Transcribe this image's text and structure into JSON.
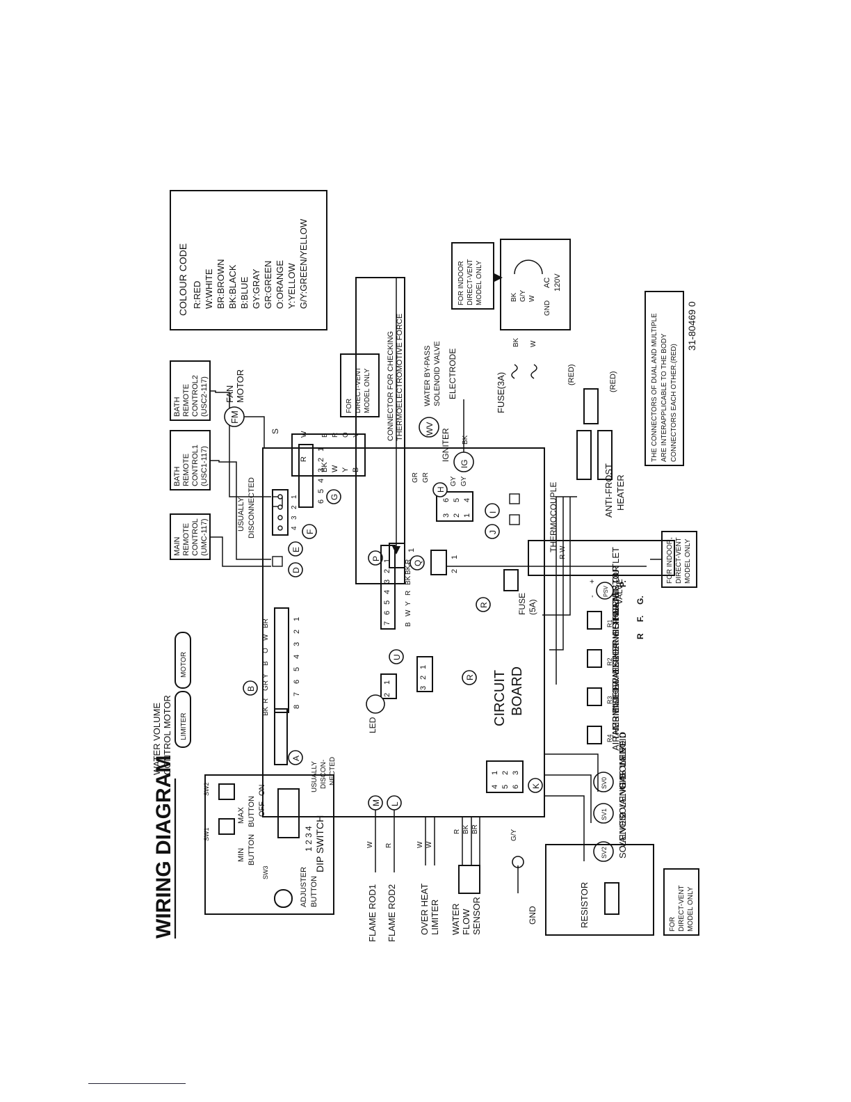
{
  "title": "WIRING DIAGRAM",
  "colour_code": {
    "heading": "COLOUR CODE",
    "items": [
      "R:RED",
      "W:WHITE",
      "BR:BROWN",
      "BK:BLACK",
      "B:BLUE",
      "GY:GRAY",
      "GR:GREEN",
      "O:ORANGE",
      "Y:YELLOW",
      "G/Y:GREEN/YELLOW"
    ]
  },
  "remotes": {
    "main": [
      "MAIN",
      "REMOTE",
      "CONTROL",
      "(UMC-117)"
    ],
    "bath1": [
      "BATH",
      "REMOTE",
      "CONTROL1",
      "(USC1-117)"
    ],
    "bath2": [
      "BATH",
      "REMOTE",
      "CONTROL2",
      "(USC2-117)"
    ]
  },
  "fan_motor": {
    "badge": "FM",
    "label": [
      "FAN",
      "MOTOR"
    ],
    "wire_tag": "S"
  },
  "fan_wires": [
    "W",
    "B",
    "R",
    "O",
    "Y"
  ],
  "fan_connector_wires": [
    "R",
    "BK",
    "W",
    "Y",
    "B"
  ],
  "notes": {
    "direct_vent_only": [
      "FOR",
      "DIRECT-VENT",
      "MODEL ONLY"
    ],
    "indoor_direct_vent": [
      "FOR INDOOR",
      "DIRECT-VENT",
      "MODEL ONLY"
    ],
    "indoor_direct_vent_2": [
      "FOR INDOOR,",
      "DIRECT-VENT",
      "MODEL ONLY"
    ],
    "direct_vent_only_2": [
      "FOR",
      "DIRECT-VENT",
      "MODEL ONLY"
    ],
    "connector_checking": [
      "CONNECTOR FOR CHECKING",
      "THERMOELECTROMOTIVE FORCE"
    ],
    "connectors_dual": [
      "THE CONNECTORS OF DUAL AND MULTIPLE",
      "ARE INTERAPPLICABLE TO THE BODY",
      "CONNECTORS EACH OTHER.(RED)"
    ],
    "part_number": "31-80469 0",
    "usually_disconnected": [
      "USUALLY",
      "DISCONNECTED"
    ],
    "usually_disconnected_a": [
      "USUALLY",
      "DISCON-",
      "NECTED"
    ]
  },
  "ac": {
    "label": [
      "AC",
      "120V"
    ],
    "wires": [
      "BK",
      "G/Y",
      "W",
      "GND"
    ]
  },
  "components": {
    "ww": {
      "badge": "WV",
      "label": [
        "WATER BY-PASS",
        "SOLENOID VALVE"
      ]
    },
    "igniter": {
      "badge": "IG",
      "label": "IGNITER"
    },
    "electrode": "ELECTRODE",
    "fuse3a": "FUSE(3A)",
    "fuse5a": [
      "FUSE",
      "(5A)"
    ],
    "anti_frost": [
      "ANTI-FROST",
      "HEATER"
    ],
    "thermocouple": "THERMOCOUPLE",
    "red_tag": "(RED)",
    "led": "LED",
    "circuit_board": [
      "CIRCUIT",
      "BOARD"
    ],
    "water_motor": [
      "WATER VOLUME",
      "CONTROL MOTOR"
    ],
    "limiter": "LIMITER",
    "motor": "MOTOR",
    "resistor": "RESISTOR",
    "gnd": "GND",
    "dip_switch": "DIP SWITCH",
    "dip_positions": "1 2 3 4",
    "on": "ON",
    "off": "OFF",
    "sw1": [
      "SW1",
      "MIN",
      "BUTTON"
    ],
    "sw2": [
      "SW2",
      "MAX",
      "BUTTON"
    ],
    "sw3": [
      "SW3",
      "ADJUSTER",
      "BUTTON"
    ]
  },
  "left_labels": {
    "flame_rod1": "FLAME ROD1",
    "flame_rod2": "FLAME ROD2",
    "over_heat": [
      "OVER HEAT",
      "LIMITER"
    ],
    "water_flow": [
      "WATER",
      "FLOW",
      "SENSOR"
    ]
  },
  "thermistors": [
    {
      "tag": "R1",
      "label": [
        "THERMISTOR",
        "HOTWATER OUTLET"
      ]
    },
    {
      "tag": "R2",
      "label": [
        "THERMISTOR",
        "EXCHANGER HEAT"
      ]
    },
    {
      "tag": "R3",
      "label": [
        "THERMISTOR",
        "INLETWATER"
      ]
    },
    {
      "tag": "R4",
      "label": [
        "THERMISTOR",
        "AIRAMBIENT"
      ]
    }
  ],
  "valves": [
    {
      "tag": "SV0",
      "label": [
        "VALVE 0",
        "SOLENOID",
        "GAS INLET"
      ]
    },
    {
      "tag": "SV1",
      "label": [
        "VALVE 1",
        "SOLENOID"
      ]
    },
    {
      "tag": "SV2",
      "label": [
        "VALVE 2",
        "SOLENOID"
      ]
    }
  ],
  "psv": {
    "tag": "PSV",
    "label": "VALVE",
    "letters": [
      "P.",
      "G.",
      "F.",
      "R"
    ]
  },
  "connector_letters": [
    "A",
    "B",
    "D",
    "E",
    "F",
    "G",
    "H",
    "I",
    "J",
    "K",
    "L",
    "M",
    "P",
    "Q",
    "R",
    "S",
    "U"
  ],
  "connector_b_wires": [
    "BK",
    "R",
    "GR",
    "Y",
    "B",
    "O",
    "W",
    "BR"
  ],
  "connector_r_wires": [
    "B",
    "W",
    "Y",
    "R",
    "BK",
    "BK",
    "R"
  ],
  "connector_g_pins": [
    "6",
    "5",
    "4",
    "3",
    "2",
    "1"
  ],
  "connector_f_pins": [
    "1",
    "2",
    "3",
    "4"
  ],
  "connector_b_pins": [
    "8",
    "7",
    "6",
    "5",
    "4",
    "3",
    "2",
    "1"
  ],
  "connector_r_pins": [
    "7",
    "6",
    "5",
    "4",
    "3",
    "2",
    "1"
  ],
  "connector_s_pins": [
    "3",
    "2",
    "1"
  ],
  "connector_u_pins": [
    "2",
    "1"
  ],
  "connector_p_pins": [
    "2",
    "1"
  ],
  "connector_q_pins": [
    "2",
    "1"
  ],
  "connector_h_pins": [
    "3",
    "6",
    "2",
    "5",
    "1",
    "4"
  ],
  "connector_k_pins": [
    "4",
    "1",
    "5",
    "2",
    "6",
    "3"
  ],
  "wire_labels": {
    "gr": "GR",
    "gy": "GY",
    "w": "W",
    "bk": "BK",
    "r": "R",
    "br": "BR",
    "y": "Y",
    "g_y": "G/Y",
    "plus": "+",
    "minus": "-"
  }
}
